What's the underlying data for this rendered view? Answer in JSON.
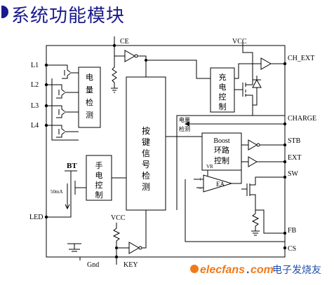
{
  "title": "系统功能模块",
  "pins_left": [
    "L1",
    "L2",
    "L3",
    "L4",
    "LED"
  ],
  "pins_right": [
    "CH_EXT",
    "CHARGE",
    "STB",
    "EXT",
    "SW",
    "FB",
    "CS"
  ],
  "pins_top": [
    "CE",
    "VCC"
  ],
  "pins_bottom": [
    "Gnd",
    "KEY"
  ],
  "blocks": {
    "battery_detect": [
      "电",
      "量",
      "检",
      "测"
    ],
    "key_signal_detect": [
      "按",
      "键",
      "信",
      "号",
      "检",
      "测"
    ],
    "charge_control": [
      "充",
      "电",
      "控",
      "制"
    ],
    "torch_control": [
      "手",
      "电",
      "控",
      "制"
    ],
    "boost_loop": [
      "Boost",
      "环路",
      "控制"
    ]
  },
  "labels": {
    "battery_detect_out": [
      "电量",
      "检测"
    ],
    "bt": "BT",
    "current": "50mA",
    "vcc_key": "VCC",
    "ea": "EA",
    "vr": "VR"
  },
  "watermark": {
    "brand": "elecfans",
    "com": "com",
    "cn": "电子发烧友"
  },
  "colors": {
    "title": "#1a1a8c",
    "line": "#000000",
    "watermark_orange": "#f07a1a",
    "watermark_blue": "#1f4fa8"
  }
}
